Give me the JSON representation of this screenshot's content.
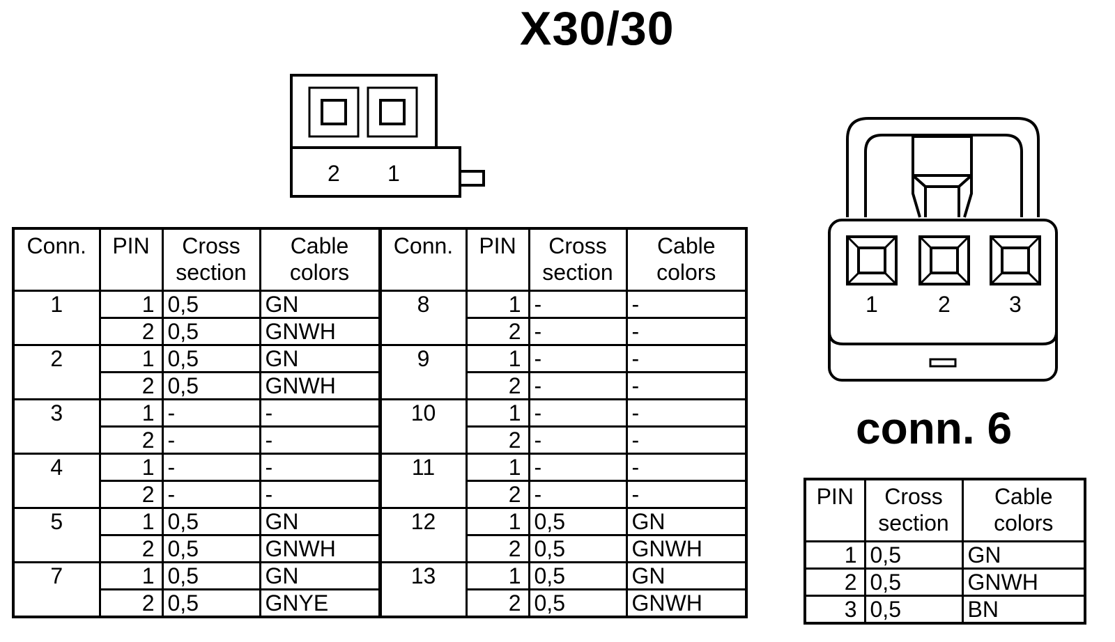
{
  "title": "X30/30",
  "connector_x30": {
    "pin_labels": [
      "2",
      "1"
    ]
  },
  "connector_6": {
    "title": "conn. 6",
    "pin_labels": [
      "1",
      "2",
      "3"
    ]
  },
  "main_table": {
    "headers": [
      "Conn.",
      "PIN",
      "Cross section",
      "Cable colors",
      "Conn.",
      "PIN",
      "Cross section",
      "Cable colors"
    ],
    "rows": [
      {
        "left": {
          "conn": "1",
          "pins": [
            [
              "1",
              "0,5",
              "GN"
            ],
            [
              "2",
              "0,5",
              "GNWH"
            ]
          ]
        },
        "right": {
          "conn": "8",
          "pins": [
            [
              "1",
              "-",
              "-"
            ],
            [
              "2",
              "-",
              "-"
            ]
          ]
        }
      },
      {
        "left": {
          "conn": "2",
          "pins": [
            [
              "1",
              "0,5",
              "GN"
            ],
            [
              "2",
              "0,5",
              "GNWH"
            ]
          ]
        },
        "right": {
          "conn": "9",
          "pins": [
            [
              "1",
              "-",
              "-"
            ],
            [
              "2",
              "-",
              "-"
            ]
          ]
        }
      },
      {
        "left": {
          "conn": "3",
          "pins": [
            [
              "1",
              "-",
              "-"
            ],
            [
              "2",
              "-",
              "-"
            ]
          ]
        },
        "right": {
          "conn": "10",
          "pins": [
            [
              "1",
              "-",
              "-"
            ],
            [
              "2",
              "-",
              "-"
            ]
          ]
        }
      },
      {
        "left": {
          "conn": "4",
          "pins": [
            [
              "1",
              "-",
              "-"
            ],
            [
              "2",
              "-",
              "-"
            ]
          ]
        },
        "right": {
          "conn": "11",
          "pins": [
            [
              "1",
              "-",
              "-"
            ],
            [
              "2",
              "-",
              "-"
            ]
          ]
        }
      },
      {
        "left": {
          "conn": "5",
          "pins": [
            [
              "1",
              "0,5",
              "GN"
            ],
            [
              "2",
              "0,5",
              "GNWH"
            ]
          ]
        },
        "right": {
          "conn": "12",
          "pins": [
            [
              "1",
              "0,5",
              "GN"
            ],
            [
              "2",
              "0,5",
              "GNWH"
            ]
          ]
        }
      },
      {
        "left": {
          "conn": "7",
          "pins": [
            [
              "1",
              "0,5",
              "GN"
            ],
            [
              "2",
              "0,5",
              "GNYE"
            ]
          ]
        },
        "right": {
          "conn": "13",
          "pins": [
            [
              "1",
              "0,5",
              "GN"
            ],
            [
              "2",
              "0,5",
              "GNWH"
            ]
          ]
        }
      }
    ]
  },
  "conn6_table": {
    "headers": [
      "PIN",
      "Cross section",
      "Cable colors"
    ],
    "rows": [
      [
        "1",
        "0,5",
        "GN"
      ],
      [
        "2",
        "0,5",
        "GNWH"
      ],
      [
        "3",
        "0,5",
        "BN"
      ]
    ]
  }
}
